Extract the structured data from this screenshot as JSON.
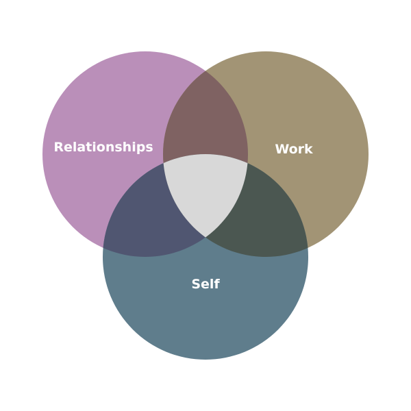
{
  "diagram": {
    "type": "venn",
    "sets": [
      {
        "id": "relationships",
        "label": "Relationships",
        "color": "#BA8FB9"
      },
      {
        "id": "work",
        "label": "Work",
        "color": "#A29475"
      },
      {
        "id": "self",
        "label": "Self",
        "color": "#5F7D8C"
      }
    ],
    "overlaps": {
      "relationships_work": "#7F6262",
      "relationships_self": "#505671",
      "work_self": "#4B5751",
      "all": "#D8D8D8"
    }
  }
}
